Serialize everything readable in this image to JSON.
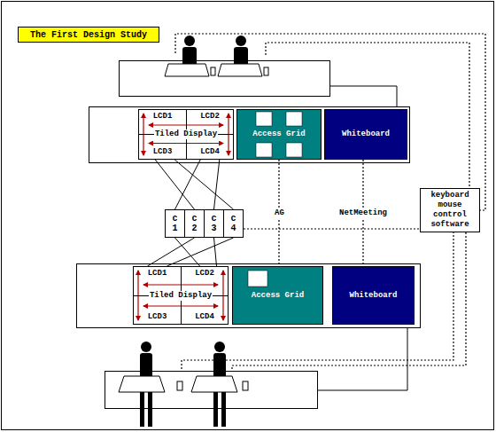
{
  "diagram": {
    "title": "The First Design Study",
    "nodes": [
      {
        "text": [
          "Tiled Display"
        ]
      },
      {
        "text": [
          "LCD1"
        ],
        "in": 0
      },
      {
        "text": [
          "LCD2"
        ],
        "in": 0
      },
      {
        "text": [
          "LCD3"
        ],
        "in": 0
      },
      {
        "text": [
          "LCD4"
        ],
        "in": 0
      },
      {
        "text": [
          "Access Grid"
        ]
      },
      {
        "text": [
          "Whiteboard"
        ]
      },
      {
        "text": [
          "c 1"
        ]
      },
      {
        "text": [
          "c 2"
        ]
      },
      {
        "text": [
          "c 3"
        ]
      },
      {
        "text": [
          "c 4"
        ]
      },
      {
        "text": [
          "keyboard mouse control software"
        ]
      },
      {
        "text": [
          "Tiled Display"
        ]
      },
      {
        "text": [
          "LCD1"
        ],
        "in": 12
      },
      {
        "text": [
          "LCD2"
        ],
        "in": 12
      },
      {
        "text": [
          "LCD3"
        ],
        "in": 12
      },
      {
        "text": [
          "LCD4"
        ],
        "in": 12
      },
      {
        "text": [
          "Access Grid"
        ]
      },
      {
        "text": [
          "Whiteboard"
        ]
      }
    ],
    "edges": [
      {
        "from": 7,
        "to": 4,
        "arrow": "none"
      },
      {
        "from": 8,
        "to": 3,
        "arrow": "none"
      },
      {
        "from": 9,
        "to": 4,
        "arrow": "none"
      },
      {
        "from": 10,
        "to": 3,
        "arrow": "none"
      },
      {
        "from": 7,
        "to": 14,
        "arrow": "none"
      },
      {
        "from": 8,
        "to": 13,
        "arrow": "none"
      },
      {
        "from": 9,
        "to": 14,
        "arrow": "none"
      },
      {
        "from": 10,
        "to": 13,
        "arrow": "none"
      },
      {
        "from": 5,
        "to": 17,
        "label": "AG",
        "arrow": "none"
      },
      {
        "from": 6,
        "to": 18,
        "label": "NetMeeting",
        "arrow": "none"
      },
      {
        "from": 10,
        "to": 11,
        "arrow": "none"
      }
    ]
  }
}
